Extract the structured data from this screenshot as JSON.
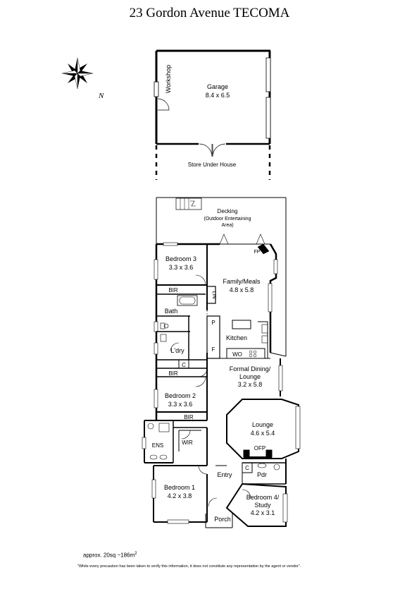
{
  "title": "23 Gordon Avenue TECOMA",
  "compass": {
    "icon": "compass-rose-icon",
    "north_label": "N"
  },
  "rooms": {
    "garage": {
      "name": "Garage",
      "size": "8.4 x 6.5"
    },
    "workshop": {
      "name": "Workshop"
    },
    "store": {
      "name": "Store Under House"
    },
    "decking": {
      "name": "Decking",
      "sub1": "(Outdoor Entertaining",
      "sub2": "Area)"
    },
    "bedroom3": {
      "name": "Bedroom 3",
      "size": "3.3 x 3.6"
    },
    "family": {
      "name": "Family/Meals",
      "size": "4.8 x 5.8"
    },
    "kitchen": {
      "name": "Kitchen"
    },
    "bath": {
      "name": "Bath"
    },
    "laundry": {
      "name": "L'dry"
    },
    "formal": {
      "name1": "Formal Dining/",
      "name2": "Lounge",
      "size": "3.2 x 5.8"
    },
    "bedroom2": {
      "name": "Bedroom 2",
      "size": "3.3 x 3.6"
    },
    "lounge": {
      "name": "Lounge",
      "size": "4.6 x 5.4"
    },
    "ens": {
      "name": "ENS"
    },
    "wir": {
      "name": "WIR"
    },
    "entry": {
      "name": "Entry"
    },
    "pdr": {
      "name": "Pdr"
    },
    "bedroom1": {
      "name": "Bedroom 1",
      "size": "4.2 x 3.8"
    },
    "bedroom4": {
      "name1": "Bedroom 4/",
      "name2": "Study",
      "size": "4.2 x 3.1"
    },
    "porch": {
      "name": "Porch"
    }
  },
  "fixtures": {
    "fp": "FP",
    "lin": "LIN",
    "bir": "BIR",
    "c": "C",
    "p": "P",
    "f": "F",
    "wo": "WO",
    "ofp": "OFP"
  },
  "footer": {
    "area_text": "approx. 20sq ~186m",
    "area_sup": "2",
    "disclaimer": "\"While every precaution has been taken to verify this information, it does not constitute any representation by the agent or vendor\"."
  }
}
